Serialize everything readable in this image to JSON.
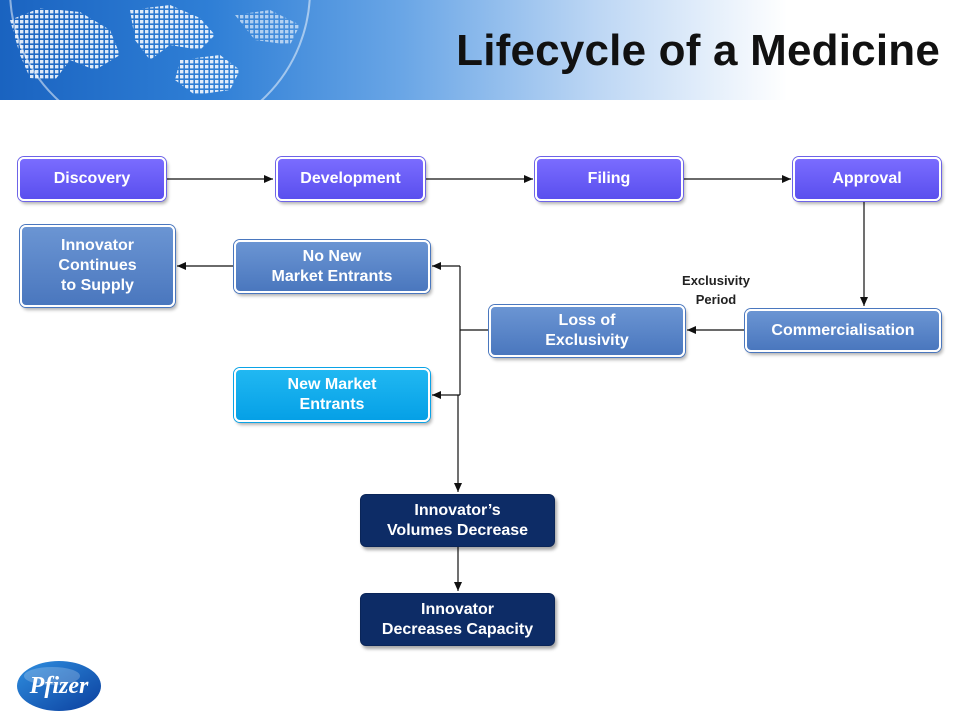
{
  "title": "Lifecycle of a Medicine",
  "colors": {
    "purple": "#5a4fee",
    "steel_blue": "#4a77be",
    "cyan": "#05a0e6",
    "navy": "#0d2c66",
    "header_blue": "#1a63c0"
  },
  "stages": {
    "discovery": "Discovery",
    "development": "Development",
    "filing": "Filing",
    "approval": "Approval"
  },
  "nodes": {
    "commercialisation": "Commercialisation",
    "loss_of_exclusivity": "Loss of\nExclusivity",
    "no_new_entrants": "No New\nMarket Entrants",
    "innovator_continues": "Innovator\nContinues\nto Supply",
    "new_entrants": "New Market\nEntrants",
    "volumes_decrease": "Innovator’s\nVolumes Decrease",
    "decreases_capacity": "Innovator\nDecreases Capacity"
  },
  "annotation": {
    "exclusivity_period": "Exclusivity\nPeriod"
  },
  "logo": {
    "text": "Pfizer",
    "icon": "pfizer-pill-logo"
  }
}
